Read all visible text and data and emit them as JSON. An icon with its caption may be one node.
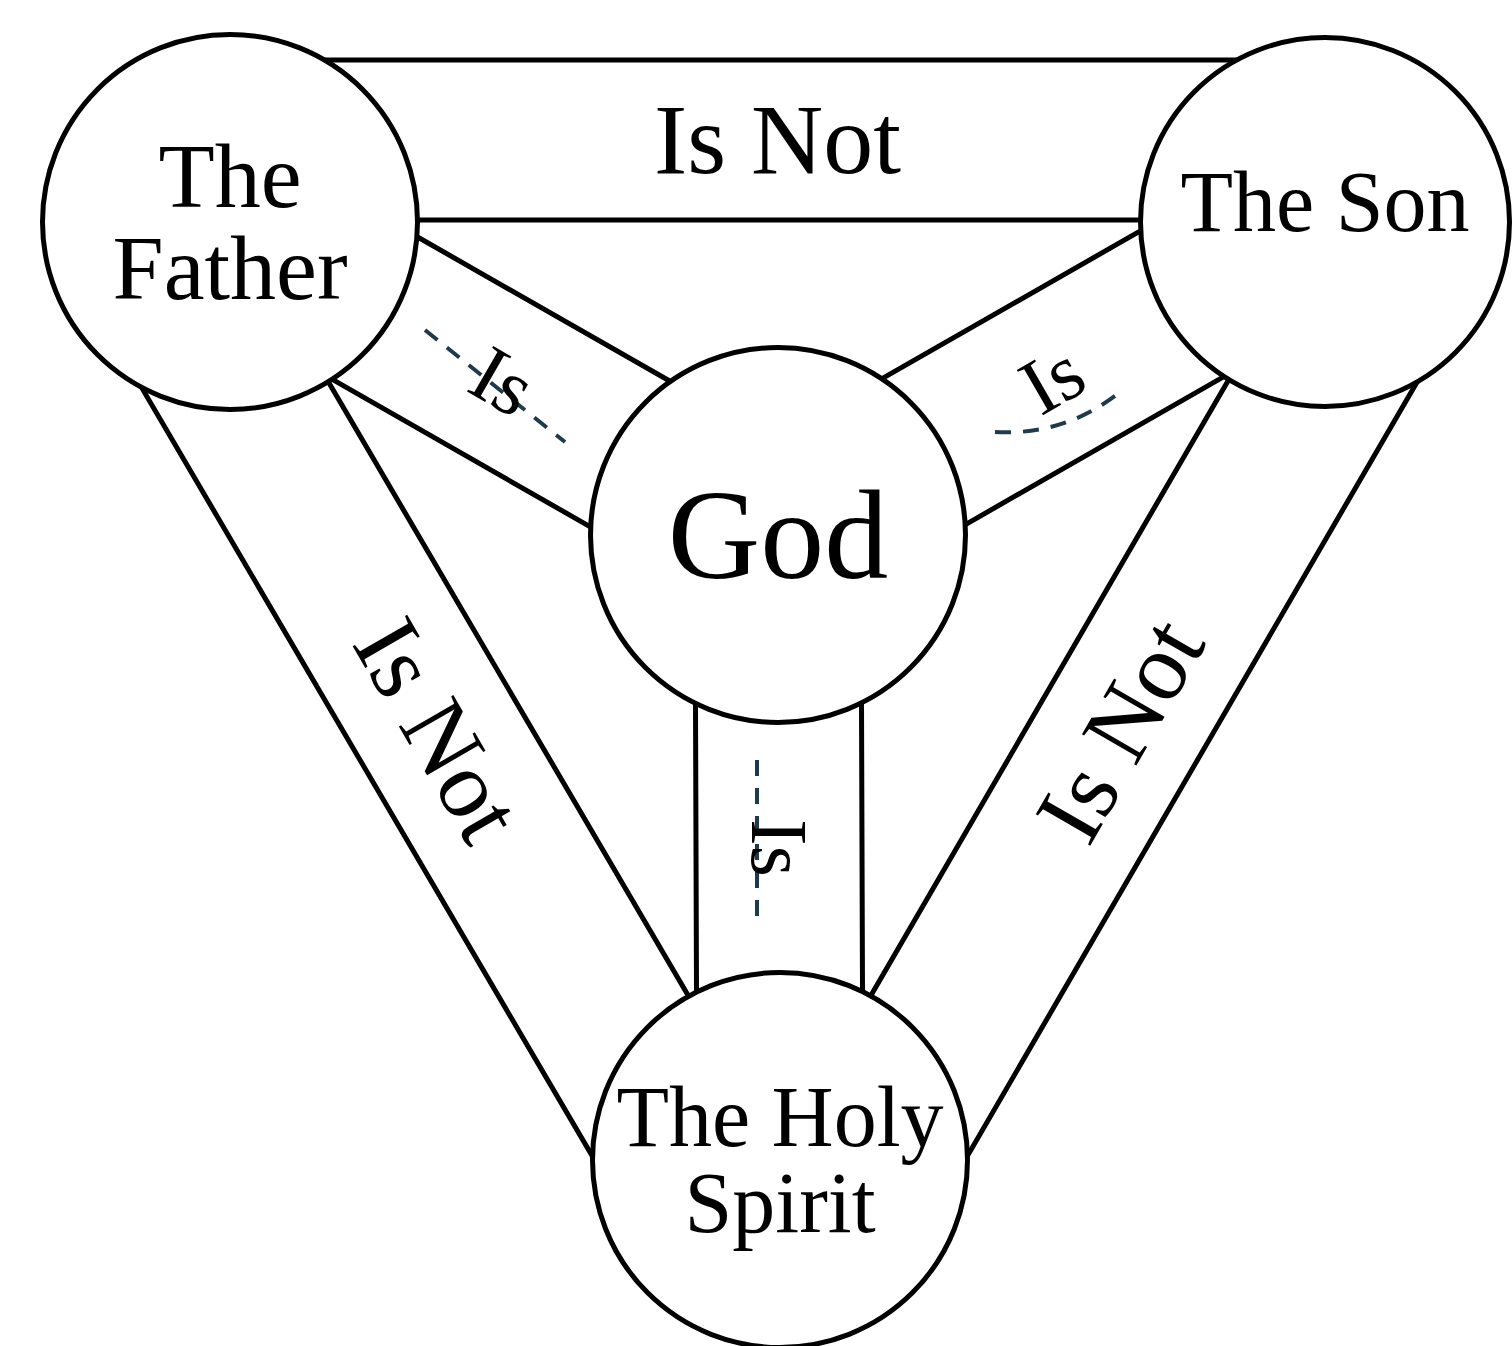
{
  "diagram": {
    "nodes": [
      {
        "text": [
          "The Father"
        ]
      },
      {
        "text": [
          "The Son"
        ]
      },
      {
        "text": [
          "God"
        ]
      },
      {
        "text": [
          "The Holy Spirit"
        ]
      }
    ],
    "edges": [
      {
        "from": 0,
        "to": 1,
        "arrow": "none",
        "label": "Is Not"
      },
      {
        "from": 0,
        "to": 2,
        "arrow": "none",
        "label": "Is"
      },
      {
        "from": 1,
        "to": 2,
        "arrow": "none",
        "label": "Is"
      },
      {
        "from": 2,
        "to": 3,
        "arrow": "none",
        "label": "Is"
      },
      {
        "from": 0,
        "to": 3,
        "arrow": "none",
        "label": "Is Not"
      },
      {
        "from": 1,
        "to": 3,
        "arrow": "none",
        "label": "Is Not"
      }
    ]
  }
}
